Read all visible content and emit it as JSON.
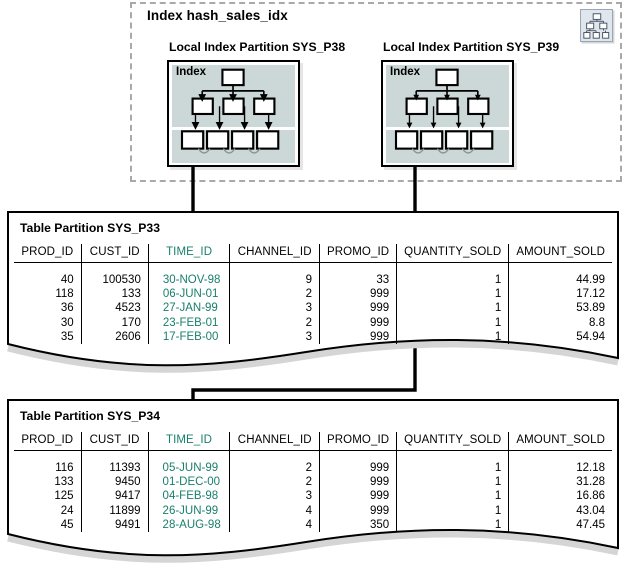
{
  "diagram": {
    "index_section": {
      "title": "Index hash_sales_idx",
      "icon_name": "hierarchy-icon",
      "partitions": [
        {
          "label": "Local Index Partition SYS_P38",
          "box_label": "Index"
        },
        {
          "label": "Local Index Partition SYS_P39",
          "box_label": "Index"
        }
      ]
    },
    "columns": [
      "PROD_ID",
      "CUST_ID",
      "TIME_ID",
      "CHANNEL_ID",
      "PROMO_ID",
      "QUANTITY_SOLD",
      "AMOUNT_SOLD"
    ],
    "highlight_column": "TIME_ID",
    "colors": {
      "time_column": "#187f6b",
      "index_box_fill": "#ccd8d8",
      "dashed_border": "#a9a9a9",
      "icon_fill": "#dfe6ee",
      "line": "#000000"
    },
    "table_partitions": [
      {
        "title": "Table Partition SYS_P33",
        "rows": [
          [
            "40",
            "100530",
            "30-NOV-98",
            "9",
            "33",
            "1",
            "44.99"
          ],
          [
            "118",
            "133",
            "06-JUN-01",
            "2",
            "999",
            "1",
            "17.12"
          ],
          [
            "36",
            "4523",
            "27-JAN-99",
            "3",
            "999",
            "1",
            "53.89"
          ],
          [
            "30",
            "170",
            "23-FEB-01",
            "2",
            "999",
            "1",
            "8.8"
          ],
          [
            "35",
            "2606",
            "17-FEB-00",
            "3",
            "999",
            "1",
            "54.94"
          ]
        ]
      },
      {
        "title": "Table Partition SYS_P34",
        "rows": [
          [
            "116",
            "11393",
            "05-JUN-99",
            "2",
            "999",
            "1",
            "12.18"
          ],
          [
            "133",
            "9450",
            "01-DEC-00",
            "2",
            "999",
            "1",
            "31.28"
          ],
          [
            "125",
            "9417",
            "04-FEB-98",
            "3",
            "999",
            "1",
            "16.86"
          ],
          [
            "24",
            "11899",
            "26-JUN-99",
            "4",
            "999",
            "1",
            "43.04"
          ],
          [
            "45",
            "9491",
            "28-AUG-98",
            "4",
            "350",
            "1",
            "47.45"
          ]
        ]
      }
    ]
  }
}
